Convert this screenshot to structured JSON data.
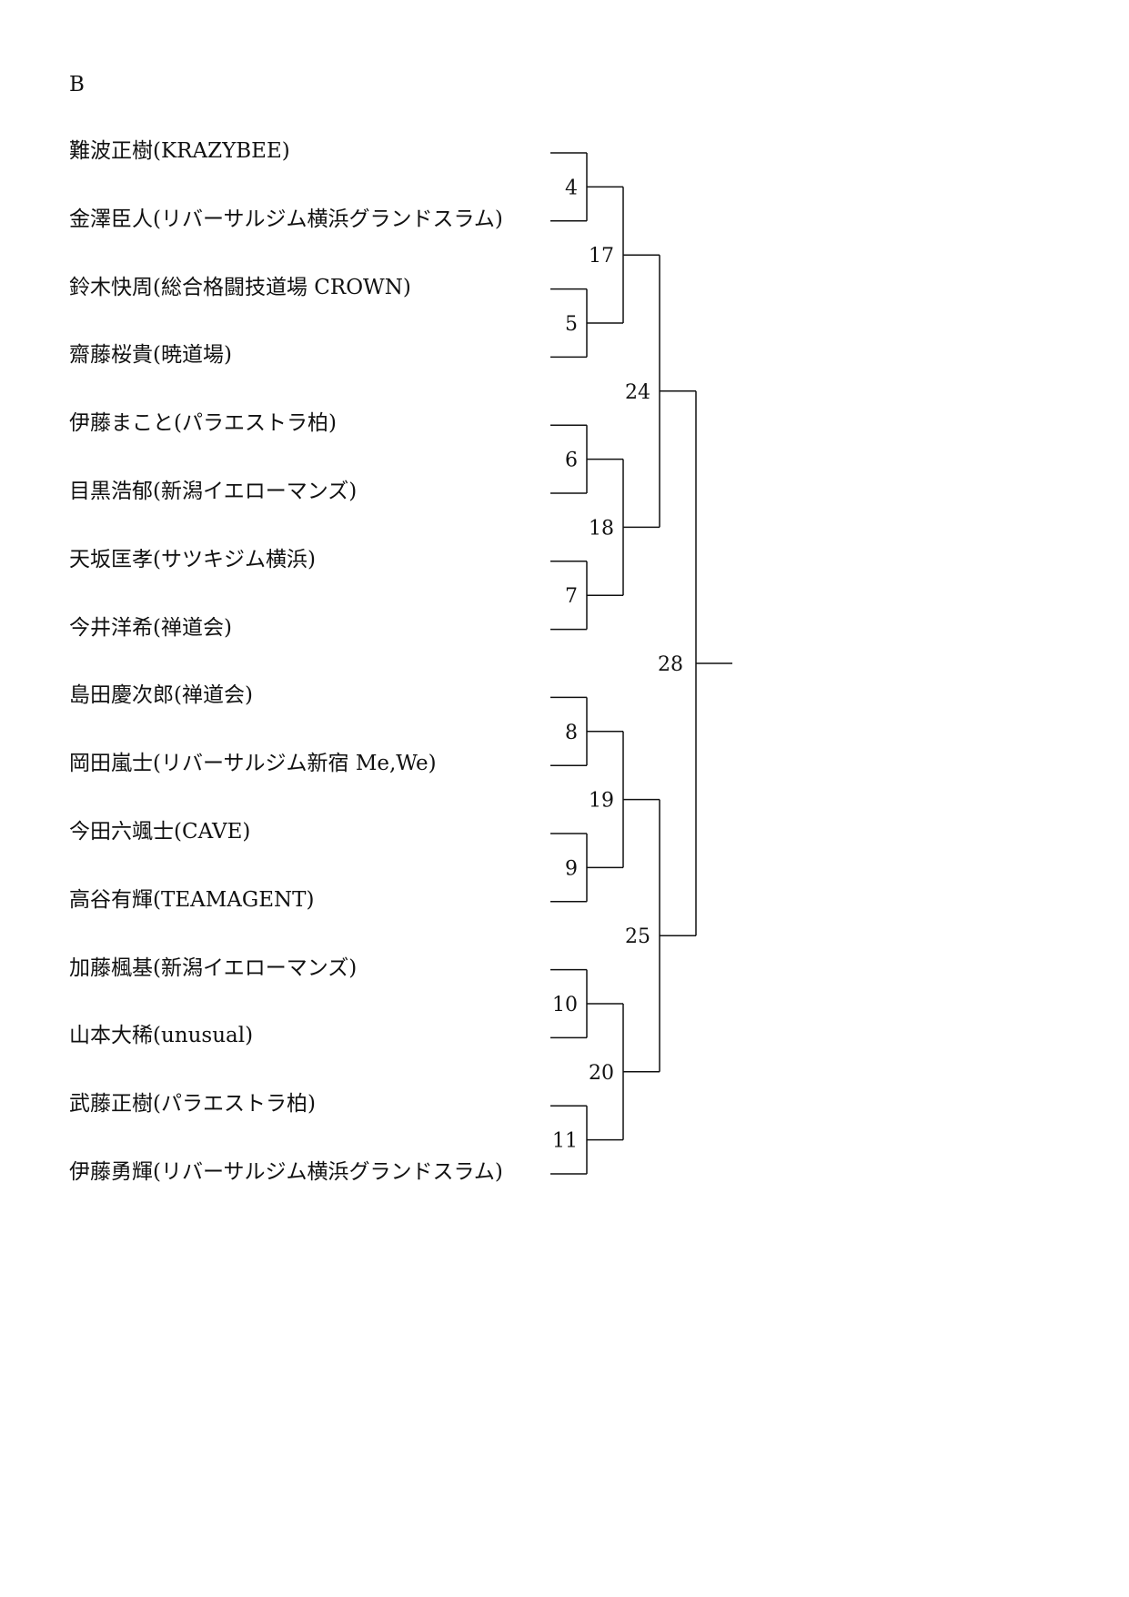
{
  "block_label": "B",
  "players": [
    "難波正樹(KRAZYBEE)",
    "金澤臣人(リバーサルジム横浜グランドスラム)",
    "鈴木快周(総合格闘技道場 CROWN)",
    "齋藤桜貴(暁道場)",
    "伊藤まこと(パラエストラ柏)",
    "目黒浩郁(新潟イエローマンズ)",
    "天坂匡孝(サツキジム横浜)",
    "今井洋希(禅道会)",
    "島田慶次郎(禅道会)",
    "岡田嵐士(リバーサルジム新宿 Me,We)",
    "今田六颯士(CAVE)",
    "高谷有輝(TEAMAGENT)",
    "加藤楓基(新潟イエローマンズ)",
    "山本大稀(unusual)",
    "武藤正樹(パラエストラ柏)",
    "伊藤勇輝(リバーサルジム横浜グランドスラム)"
  ],
  "matches": {
    "round1": [
      "4",
      "5",
      "6",
      "7",
      "8",
      "9",
      "10",
      "11"
    ],
    "round2": [
      "17",
      "18",
      "19",
      "20"
    ],
    "semifinal": [
      "24",
      "25"
    ],
    "final": "28"
  }
}
